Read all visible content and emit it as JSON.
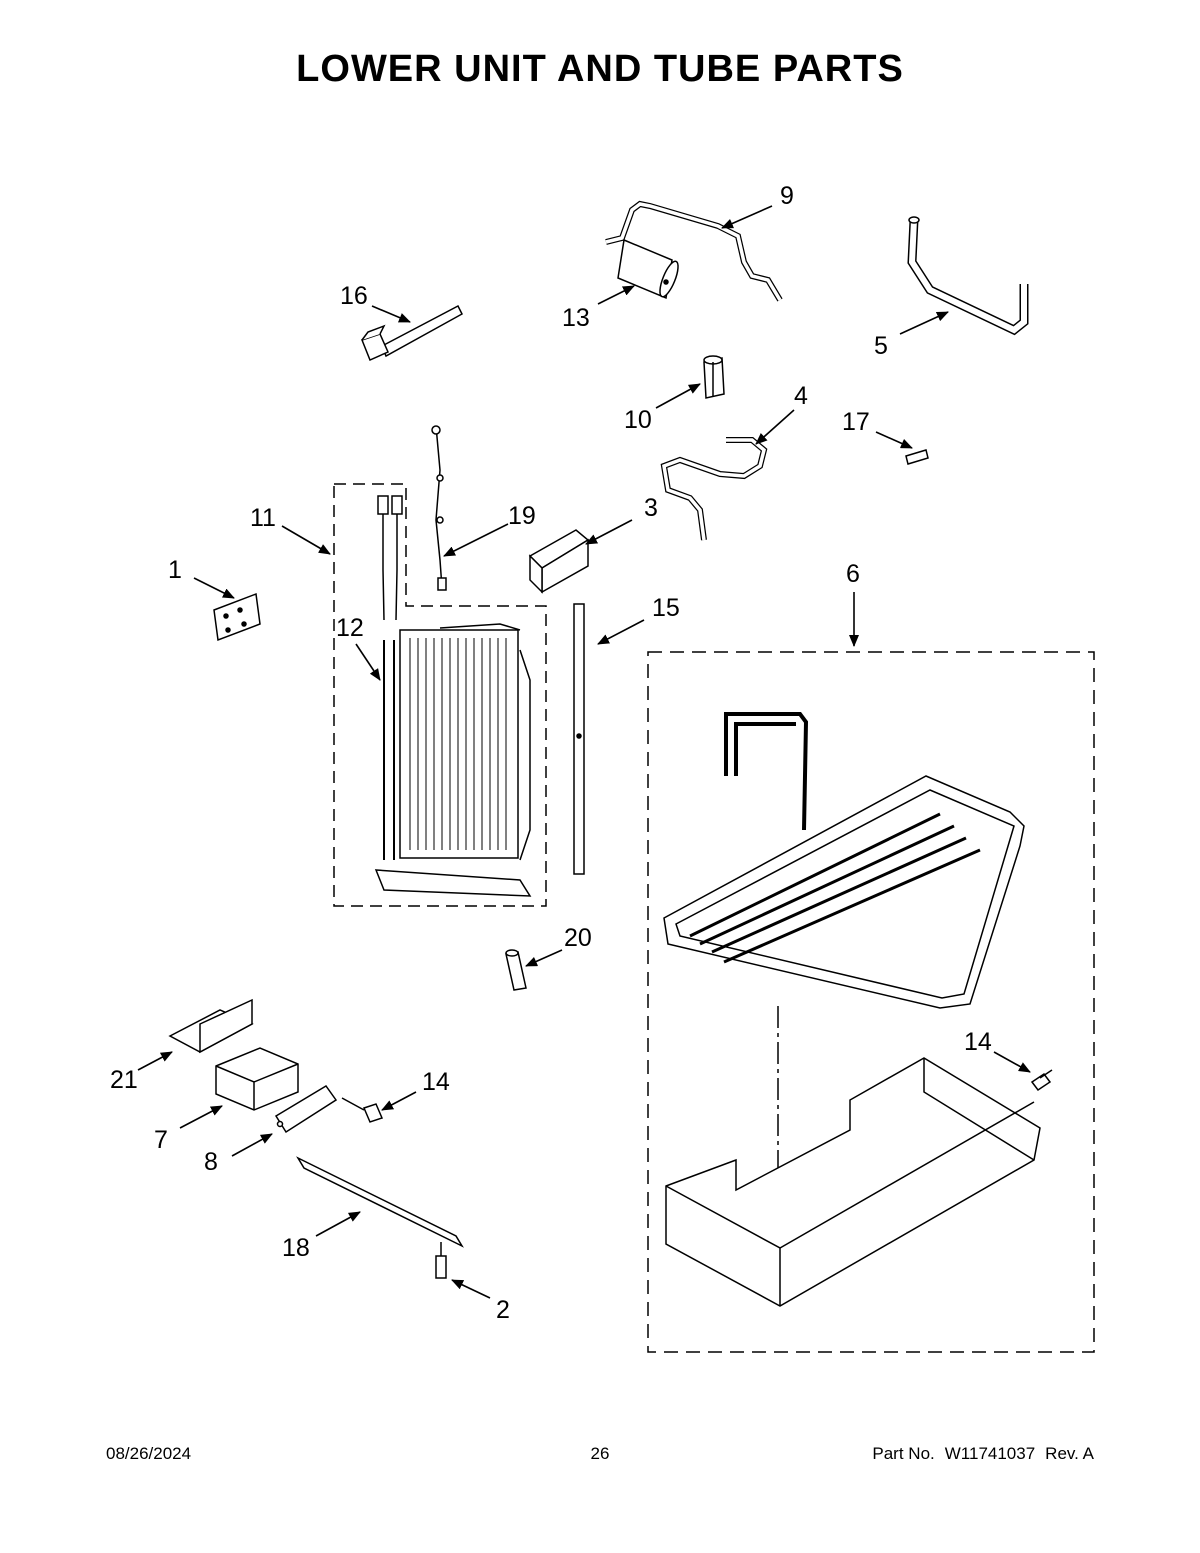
{
  "page": {
    "title": "LOWER UNIT AND TUBE PARTS"
  },
  "callouts": {
    "c1": "1",
    "c2": "2",
    "c3": "3",
    "c4": "4",
    "c5": "5",
    "c6": "6",
    "c7": "7",
    "c8": "8",
    "c9": "9",
    "c10": "10",
    "c11": "11",
    "c12": "12",
    "c13": "13",
    "c14a": "14",
    "c14b": "14",
    "c15": "15",
    "c16": "16",
    "c17": "17",
    "c18": "18",
    "c19": "19",
    "c20": "20",
    "c21": "21"
  },
  "footer": {
    "date": "08/26/2024",
    "page_number": "26",
    "part_label": "Part No.",
    "part_number": "W11741037",
    "revision": "Rev. A"
  },
  "colors": {
    "line": "#000000",
    "background": "#ffffff",
    "part_fill": "#f2f2f2"
  }
}
